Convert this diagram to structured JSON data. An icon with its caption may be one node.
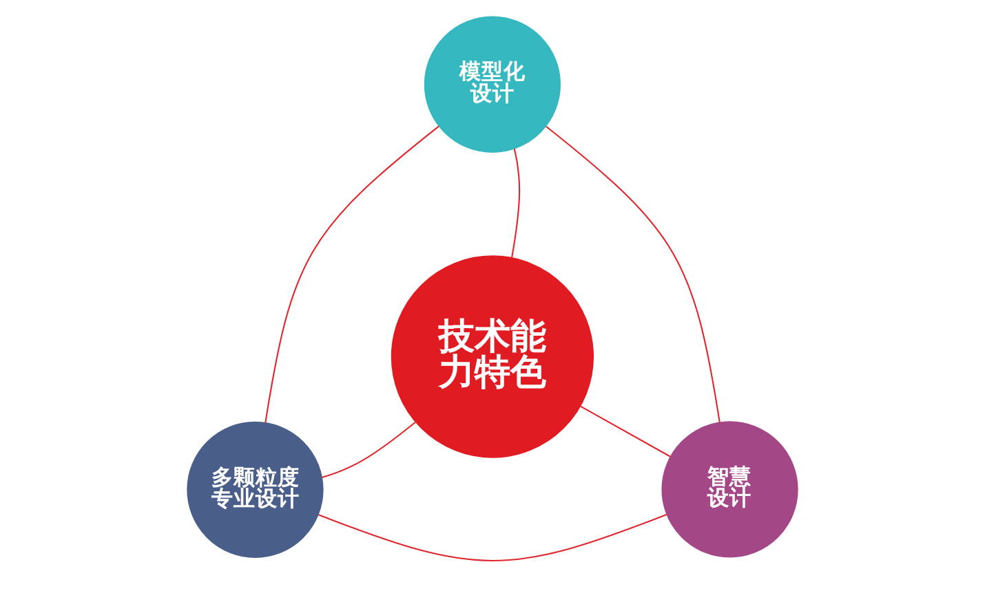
{
  "diagram": {
    "nodes": [
      {
        "text": [
          "模型化设计"
        ]
      },
      {
        "text": [
          "技术能力特色"
        ]
      },
      {
        "text": [
          "多颗粒度专业设计"
        ]
      },
      {
        "text": [
          "智慧设计"
        ]
      }
    ],
    "edges": [
      {
        "from": 0,
        "to": 1,
        "arrow": "none"
      },
      {
        "from": 1,
        "to": 2,
        "arrow": "none"
      },
      {
        "from": 1,
        "to": 3,
        "arrow": "none"
      },
      {
        "from": 0,
        "to": 3,
        "arrow": "none"
      },
      {
        "from": 3,
        "to": 2,
        "arrow": "none"
      },
      {
        "from": 2,
        "to": 0,
        "arrow": "none"
      }
    ]
  }
}
